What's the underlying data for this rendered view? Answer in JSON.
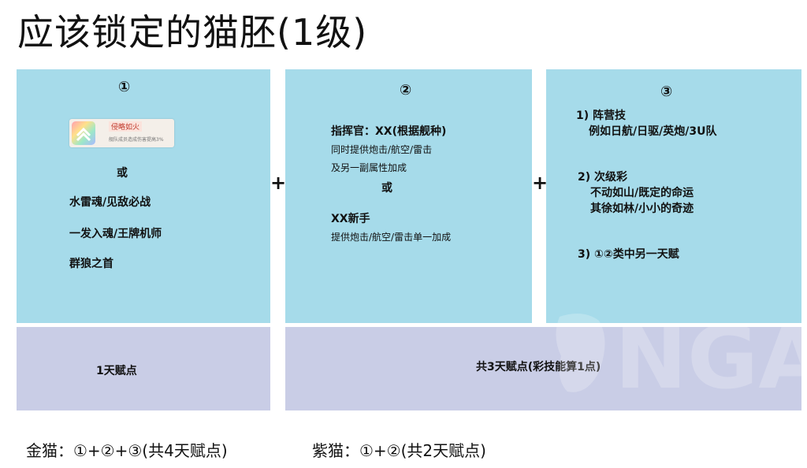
{
  "title": "应该锁定的猫胚(1级)",
  "panel1": {
    "num": "①",
    "talent_card": {
      "name": "侵略如火",
      "desc": "舰队成员造成伤害提高3%"
    },
    "or": "或",
    "lines": [
      "水雷魂/见敌必战",
      "一发入魂/王牌机师",
      "群狼之首"
    ]
  },
  "panel2": {
    "num": "②",
    "line1": "指挥官：XX(根据舰种)",
    "line2": "同时提供炮击/航空/雷击",
    "line3": "及另一副属性加成",
    "or": "或",
    "line4": "XX新手",
    "line5": "提供炮击/航空/雷击单一加成"
  },
  "panel3": {
    "num": "③",
    "s1_title": "1) 阵营技",
    "s1_text": "例如日航/日驱/英炮/3U队",
    "s2_title": "2) 次级彩",
    "s2_line1": "不动如山/既定的命运",
    "s2_line2": "其徐如林/小小的奇迹",
    "s3": "3) ①②类中另一天赋"
  },
  "plus": "+",
  "bottom1": "1天赋点",
  "bottom2": "共3天赋点(彩技能算1点)",
  "footer_gold": "金猫：①+②+③(共4天赋点)",
  "footer_purple": "紫猫：①+②(共2天赋点)",
  "watermark": "NGA"
}
